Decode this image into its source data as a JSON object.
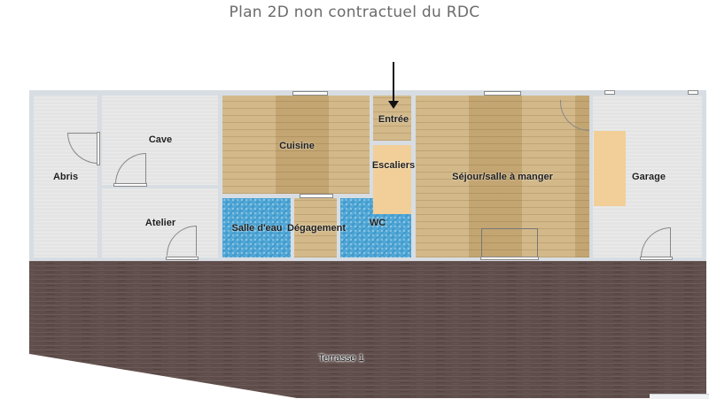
{
  "title": "Plan 2D non contractuel du RDC",
  "colors": {
    "wall": "#d7dde3",
    "concrete_floor": "#e4e4e4",
    "wood_floor": "#c9ad7a",
    "stairs_floor": "#f2cf98",
    "tile_floor": "#4ea7d6",
    "terrace_floor": "#5e4d4b",
    "title_text": "#6b6b6b"
  },
  "rooms": [
    {
      "id": "abris",
      "label": "Abris"
    },
    {
      "id": "cave",
      "label": "Cave"
    },
    {
      "id": "atelier",
      "label": "Atelier"
    },
    {
      "id": "cuisine",
      "label": "Cuisine"
    },
    {
      "id": "entree",
      "label": "Entrée"
    },
    {
      "id": "escaliers",
      "label": "Escaliers"
    },
    {
      "id": "salle_deau",
      "label": "Salle d'eau"
    },
    {
      "id": "degagement",
      "label": "Dégagement"
    },
    {
      "id": "wc",
      "label": "WC"
    },
    {
      "id": "sejour",
      "label": "Séjour/salle à manger"
    },
    {
      "id": "garage",
      "label": "Garage"
    }
  ],
  "terrace": {
    "label": "Terrasse 1"
  },
  "entrance_marker": "arrow-down"
}
